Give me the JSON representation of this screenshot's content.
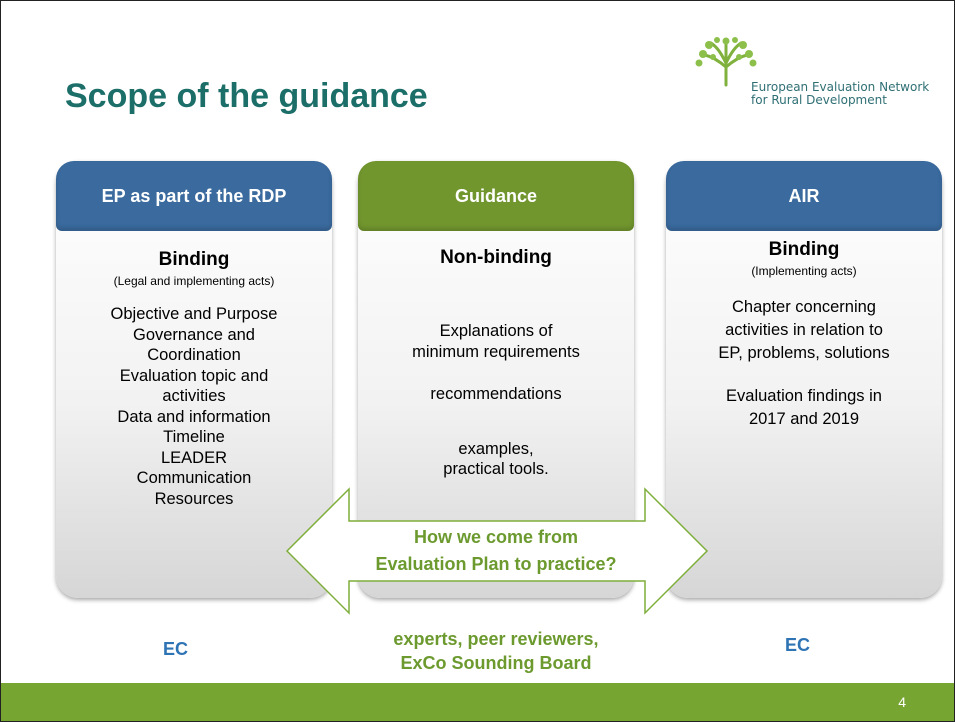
{
  "slide": {
    "title": "Scope of the guidance",
    "page_number": "4"
  },
  "logo": {
    "line1": "European Evaluation Network",
    "line2": "for Rural Development"
  },
  "columns": [
    {
      "header": "EP as part of the RDP",
      "header_color": "#3a6a9e",
      "status": "Binding",
      "note": "(Legal and implementing acts)",
      "items": [
        "Objective and Purpose",
        "Governance and",
        "Coordination",
        "Evaluation topic and",
        "activities",
        "Data and information",
        "Timeline",
        "LEADER",
        "Communication",
        "Resources"
      ]
    },
    {
      "header": "Guidance",
      "header_color": "#72962e",
      "status": "Non-binding",
      "items": [
        "Explanations of",
        "minimum requirements",
        "recommendations",
        "examples,",
        "practical tools."
      ]
    },
    {
      "header": "AIR",
      "header_color": "#3a6a9e",
      "status": "Binding",
      "note": "(Implementing acts)",
      "items": [
        "Chapter concerning",
        "activities in relation to",
        "EP, problems, solutions",
        "Evaluation findings in",
        "2017 and  2019"
      ]
    }
  ],
  "arrow": {
    "line1": "How we come from",
    "line2": "Evaluation Plan to practice?"
  },
  "footer": {
    "left": "EC",
    "center_line1": "experts, peer reviewers,",
    "center_line2": "ExCo Sounding Board",
    "right": "EC"
  },
  "colors": {
    "title": "#1c6e69",
    "accent_green": "#77a532",
    "label_blue": "#2e74b5"
  }
}
